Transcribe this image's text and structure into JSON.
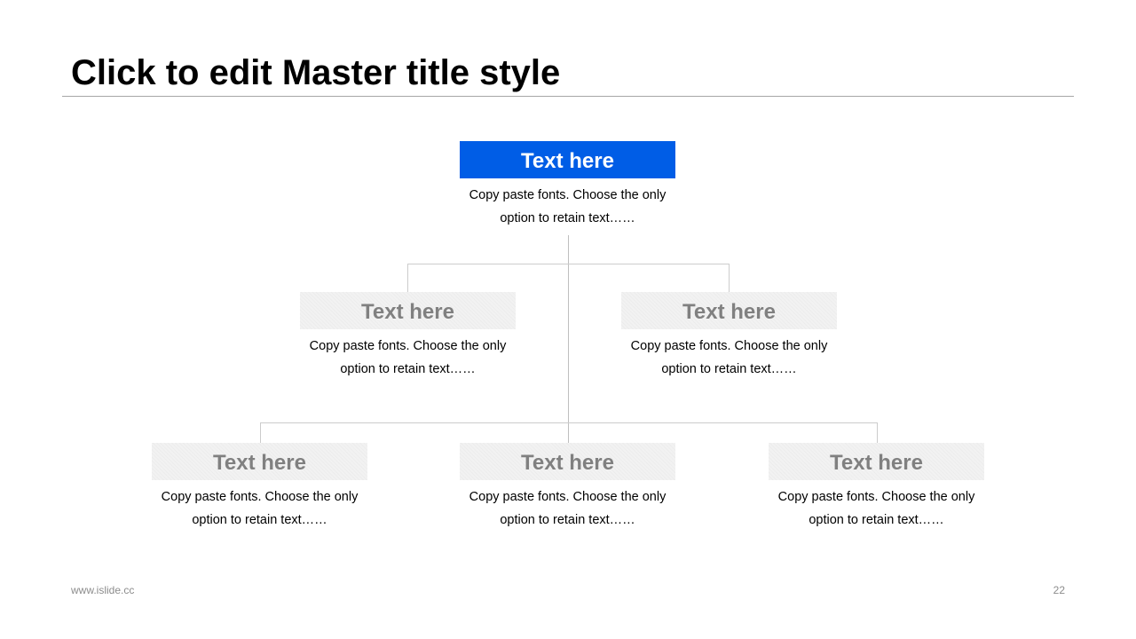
{
  "slide": {
    "title": "Click to edit Master title style",
    "footer_website": "www.islide.cc",
    "page_number": "22"
  },
  "colors": {
    "primary": "#005de6",
    "secondary_fill": "#f2f2f2",
    "secondary_text": "#808080",
    "connector": "#cccccc"
  },
  "org_chart": {
    "top": {
      "label": "Text here",
      "description": "Copy paste fonts. Choose the only option to retain text……"
    },
    "level2": [
      {
        "label": "Text here",
        "description": "Copy paste fonts. Choose the only option to retain text……"
      },
      {
        "label": "Text here",
        "description": "Copy paste fonts. Choose the only option to retain text……"
      }
    ],
    "level3": [
      {
        "label": "Text here",
        "description": "Copy paste fonts. Choose the only option to retain text……"
      },
      {
        "label": "Text here",
        "description": "Copy paste fonts. Choose the only option to retain text……"
      },
      {
        "label": "Text here",
        "description": "Copy paste fonts. Choose the only option to retain text……"
      }
    ]
  }
}
